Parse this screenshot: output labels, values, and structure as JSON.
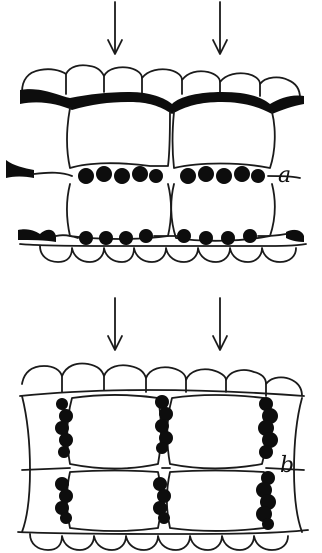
{
  "figure": {
    "panels": [
      {
        "id": "a",
        "label": "a"
      },
      {
        "id": "b",
        "label": "b"
      }
    ],
    "arrow_count_per_panel": 2
  }
}
